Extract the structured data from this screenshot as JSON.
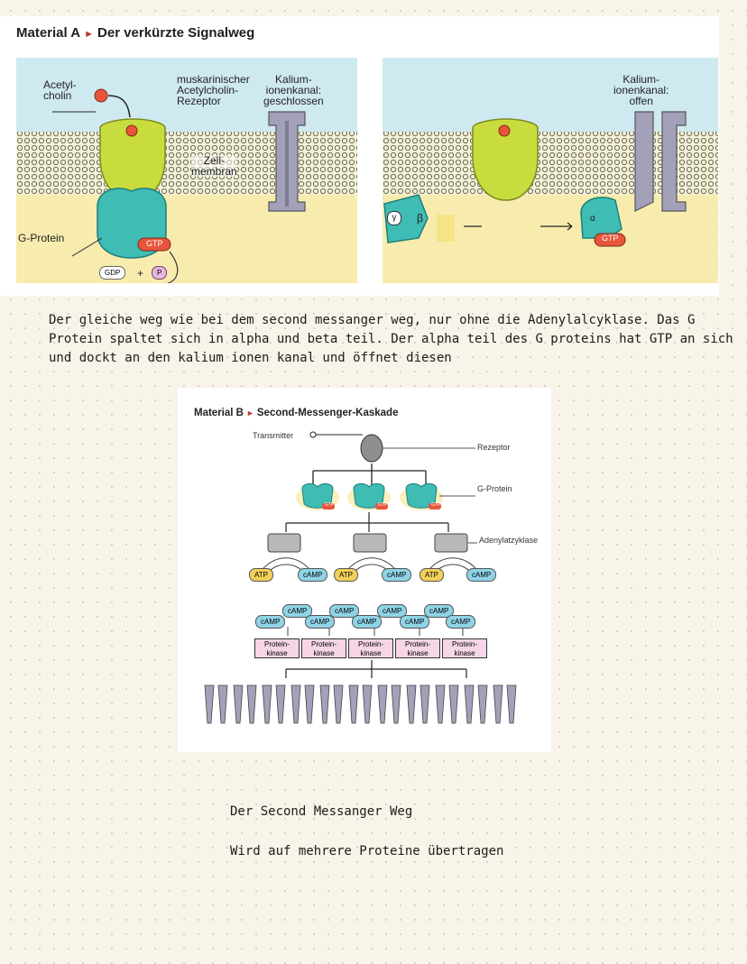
{
  "material_a": {
    "label": "Material A",
    "title": "Der verkürzte Signalweg",
    "labels": {
      "acetylcholin": "Acetyl-\ncholin",
      "rezeptor": "muskarinischer\nAcetylcholin-\nRezeptor",
      "kanal_geschlossen": "Kalium-\nionenkanal:\ngeschlossen",
      "zellmembran": "Zell-\nmembran",
      "g_protein": "G-Protein",
      "gtp": "GTP",
      "gdp": "GDP",
      "plus": "+",
      "p": "P",
      "kanal_offen": "Kalium-\nionenkanal:\noffen",
      "gamma": "γ",
      "beta": "β",
      "alpha": "α",
      "gtp_right": "GTP"
    }
  },
  "note_text": "Der gleiche weg wie bei dem second messanger weg, nur ohne die Adenylalcyklase. Das G\nProtein spaltet sich in alpha und beta teil. Der alpha teil des G proteins  hat GTP an sich\nund dockt an den kalium ionen kanal und öffnet diesen",
  "material_b": {
    "label": "Material B",
    "title": "Second-Messenger-Kaskade",
    "labels": {
      "transmitter": "Transmitter",
      "rezeptor": "Rezeptor",
      "g_protein": "G-Protein",
      "adenylatzyklase": "Adenylatzyklase",
      "gtp": "GTP",
      "atp": "ATP",
      "camp": "cAMP",
      "protein_kinase": "Protein-\nkinase"
    }
  },
  "caption_1": "Der Second Messanger Weg",
  "caption_2": "Wird auf mehrere Proteine übertragen",
  "colors": {
    "extracellular": "#cfe9f1",
    "intracellular": "#f7ecae",
    "receptor": "#c9dc3e",
    "g_protein": "#3fbcb4",
    "channel": "#a3a1b9",
    "ligand": "#e8553a"
  }
}
